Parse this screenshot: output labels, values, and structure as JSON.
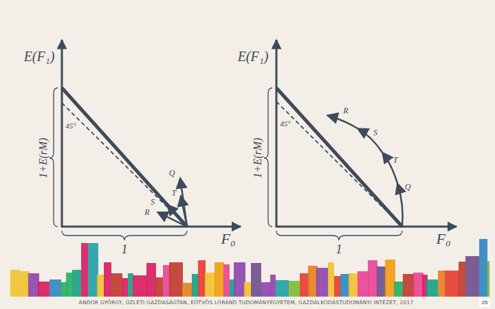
{
  "diagram": {
    "labels": [
      "E(F₁)",
      "1+E(rM)",
      "45°",
      "Q",
      "T",
      "S",
      "R",
      "1",
      "F₀",
      "E(F₁)",
      "1+E(rM)",
      "45°",
      "R",
      "S",
      "T",
      "Q",
      "1",
      "F₀",
      "ANDOR GYÖRGY, ÜZLETI GAZDASÁGTAN, EÖTVÖS LORÁND TUDOMÁNYEGYETEM, GAZDÁLKODÁSTUDOMÁNYI INTÉZET, 2017",
      "26"
    ]
  }
}
